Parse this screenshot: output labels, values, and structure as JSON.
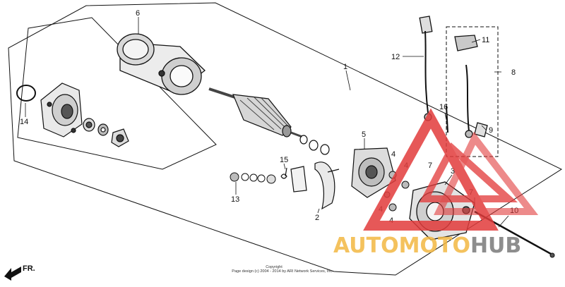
{
  "parts": [
    {
      "id": "part-1",
      "label": "1"
    },
    {
      "id": "part-2",
      "label": "2"
    },
    {
      "id": "part-3",
      "label": "3"
    },
    {
      "id": "part-4a",
      "label": "4"
    },
    {
      "id": "part-4b",
      "label": "4"
    },
    {
      "id": "part-4c",
      "label": "4"
    },
    {
      "id": "part-4d",
      "label": "4"
    },
    {
      "id": "part-5",
      "label": "5"
    },
    {
      "id": "part-6",
      "label": "6"
    },
    {
      "id": "part-7a",
      "label": "7"
    },
    {
      "id": "part-7b",
      "label": "7"
    },
    {
      "id": "part-8",
      "label": "8"
    },
    {
      "id": "part-9",
      "label": "9"
    },
    {
      "id": "part-10",
      "label": "10"
    },
    {
      "id": "part-11",
      "label": "11"
    },
    {
      "id": "part-12",
      "label": "12"
    },
    {
      "id": "part-13",
      "label": "13"
    },
    {
      "id": "part-14",
      "label": "14"
    },
    {
      "id": "part-15",
      "label": "15"
    },
    {
      "id": "part-16",
      "label": "16"
    }
  ],
  "direction_label": "FR.",
  "copyright": {
    "line1": "Copyright",
    "line2": "Page design (c) 2004 - 2014 by ARI Network Services, Inc."
  },
  "watermark": {
    "part1": "AUTOMOTO",
    "part2": "HUB",
    "colors": {
      "primary": "#f3b843",
      "secondary": "#7a7a7a",
      "triangle": "#e23c3c"
    }
  }
}
